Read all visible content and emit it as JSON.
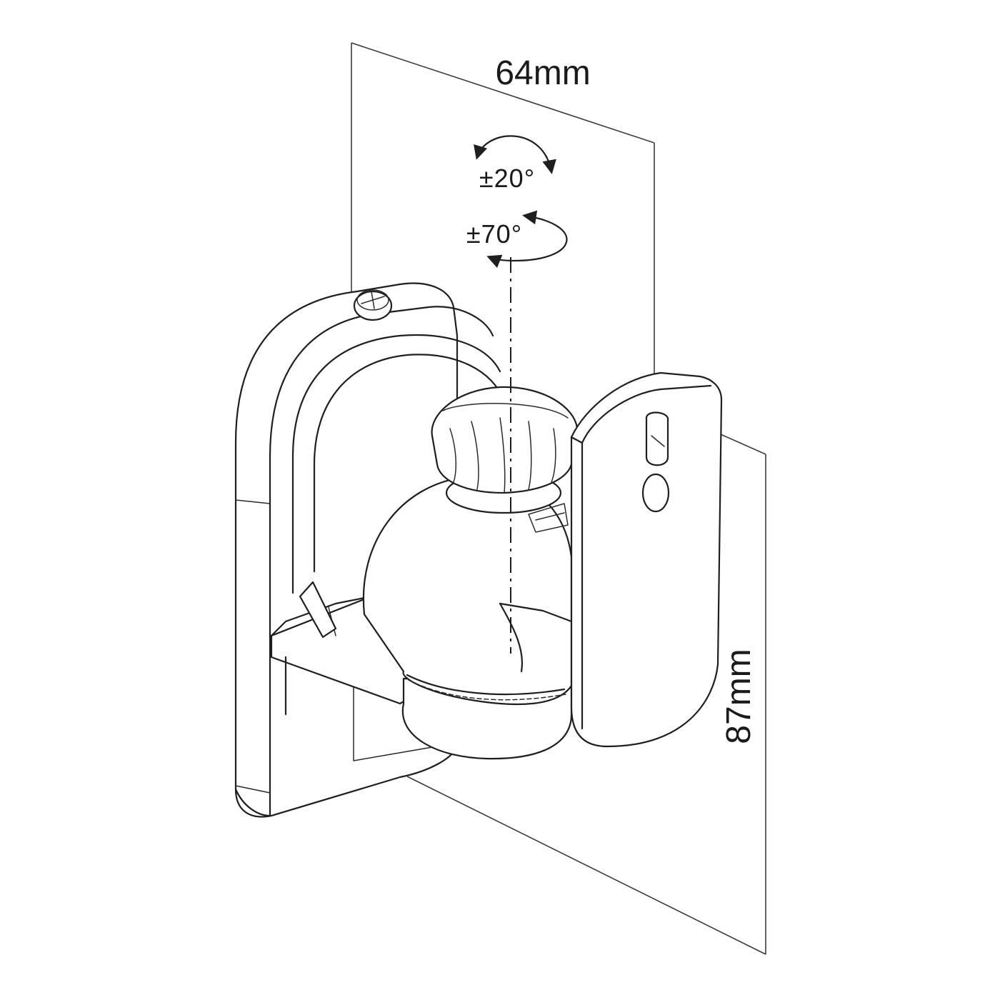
{
  "dimensions": {
    "width": "64mm",
    "height": "87mm"
  },
  "adjustments": {
    "tilt": "±20°",
    "swivel": "±70°"
  },
  "colors": {
    "line": "#1f1f1f",
    "background": "#ffffff"
  },
  "icons": {
    "tilt_arrow": "rotate-arrow-icon",
    "swivel_arrow": "swivel-arrow-icon",
    "screw": "screw-icon",
    "knob": "knob-icon"
  }
}
